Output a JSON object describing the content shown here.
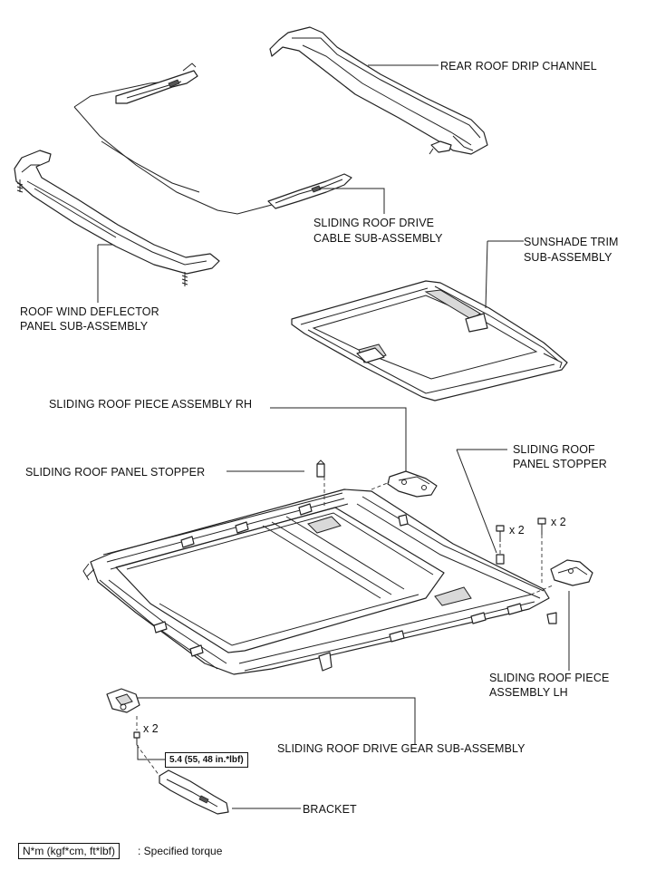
{
  "labels": {
    "rear_roof_drip_channel": "REAR ROOF DRIP CHANNEL",
    "drive_cable_line1": "SLIDING ROOF DRIVE",
    "drive_cable_line2": "CABLE SUB-ASSEMBLY",
    "sunshade_line1": "SUNSHADE TRIM",
    "sunshade_line2": "SUB-ASSEMBLY",
    "deflector_line1": "ROOF WIND DEFLECTOR",
    "deflector_line2": "PANEL SUB-ASSEMBLY",
    "piece_rh": "SLIDING ROOF PIECE ASSEMBLY RH",
    "stopper_left": "SLIDING ROOF PANEL STOPPER",
    "stopper_right_line1": "SLIDING ROOF",
    "stopper_right_line2": "PANEL STOPPER",
    "piece_lh_line1": "SLIDING ROOF PIECE",
    "piece_lh_line2": "ASSEMBLY LH",
    "drive_gear": "SLIDING ROOF DRIVE GEAR SUB-ASSEMBLY",
    "bracket": "BRACKET"
  },
  "quantities": {
    "bolt_stopper": "x 2",
    "bolt_lh": "x 2",
    "bolt_gear": "x 2"
  },
  "torque_spec": "5.4 (55, 48 in.*lbf)",
  "legend": {
    "unit_box": "N*m (kgf*cm, ft*lbf)",
    "description": ": Specified torque"
  }
}
